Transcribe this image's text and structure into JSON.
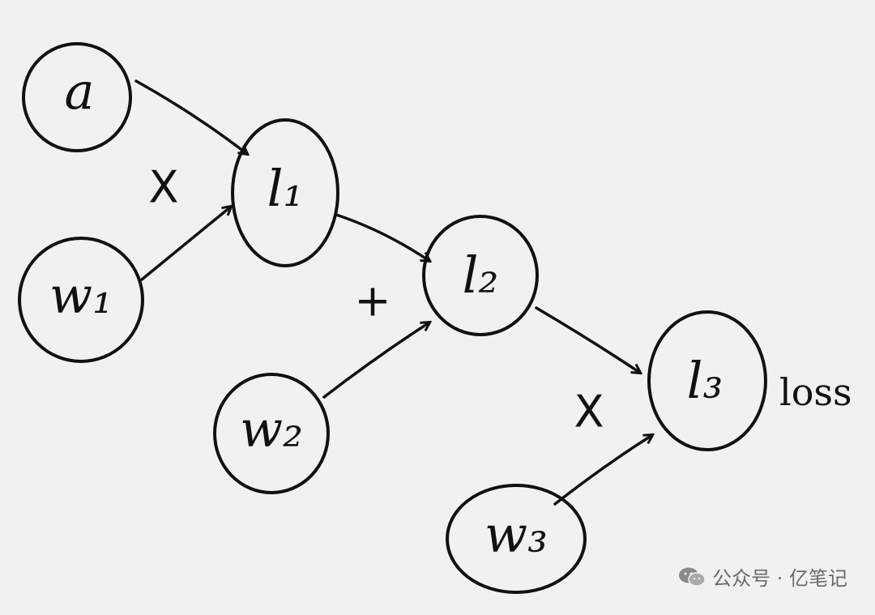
{
  "nodes": {
    "a": "a",
    "w1": "w₁",
    "l1": "l₁",
    "w2": "w₂",
    "l2": "l₂",
    "l3": "l₃",
    "w3": "w₃"
  },
  "operators": {
    "op1": "X",
    "op2": "+",
    "op3": "X"
  },
  "annotations": {
    "loss": "loss"
  },
  "watermark": {
    "text": "公众号 · 亿笔记",
    "icon": "wechat-icon"
  }
}
